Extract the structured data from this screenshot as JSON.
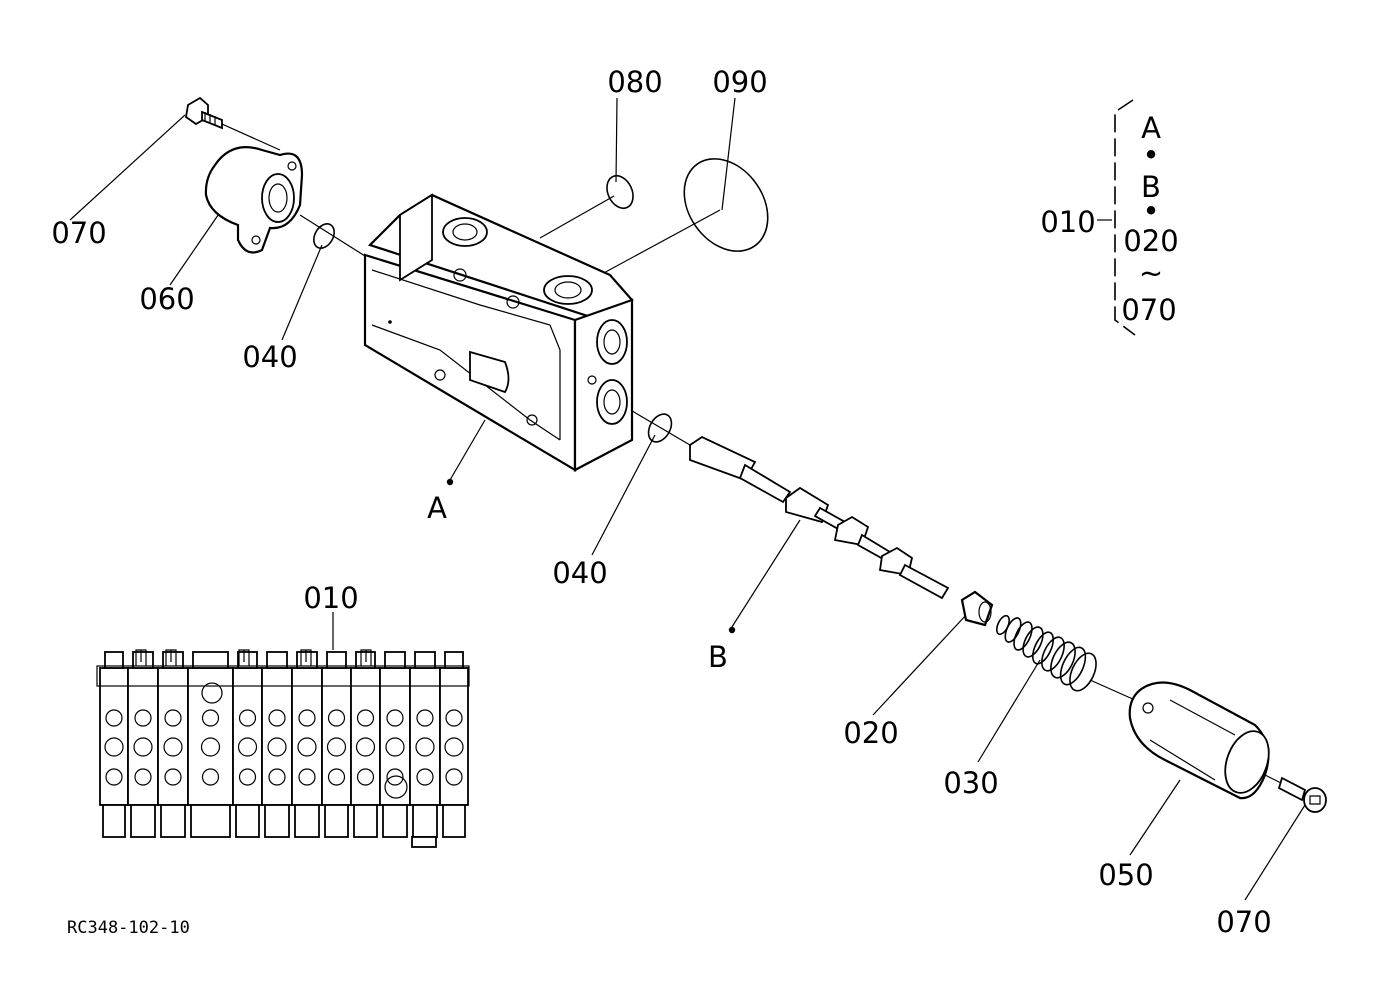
{
  "labels": {
    "top_080": "080",
    "top_090": "090",
    "left_070": "070",
    "left_060": "060",
    "left_040": "040",
    "ref_A": "A",
    "mid_040": "040",
    "ref_B": "B",
    "bottom_020": "020",
    "bottom_030": "030",
    "bottom_050": "050",
    "bottom_070": "070",
    "assembly_010": "010",
    "figure_code": "RC348-102-10"
  },
  "legend": {
    "assembly": "010",
    "line_A": "A",
    "dot_1": "•",
    "line_B": "B",
    "dot_2": "•",
    "line_from": "020",
    "tilde": "~",
    "line_to": "070"
  },
  "icons": [
    "bolt-icon",
    "cap-icon",
    "o-ring-icon",
    "valve-body-icon",
    "spool-icon",
    "spring-icon",
    "valve-bank-icon"
  ]
}
